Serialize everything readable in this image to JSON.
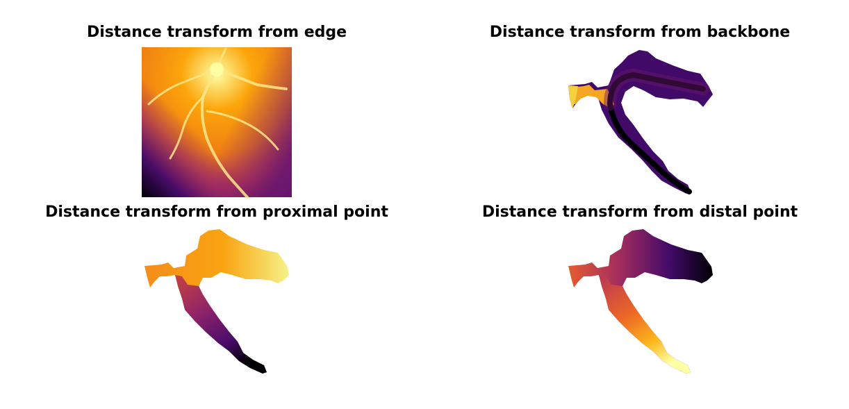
{
  "panels": [
    {
      "title": "Distance transform from edge",
      "colormap": "inferno"
    },
    {
      "title": "Distance transform from backbone",
      "colormap": "inferno"
    },
    {
      "title": "Distance transform from proximal point",
      "colormap": "inferno"
    },
    {
      "title": "Distance transform from distal point",
      "colormap": "inferno"
    }
  ],
  "colors": {
    "inferno_dark": "#000004",
    "inferno_purple": "#420a68",
    "inferno_magenta": "#932667",
    "inferno_red": "#dd513a",
    "inferno_orange": "#fca50a",
    "inferno_yellow": "#fcffa4"
  }
}
